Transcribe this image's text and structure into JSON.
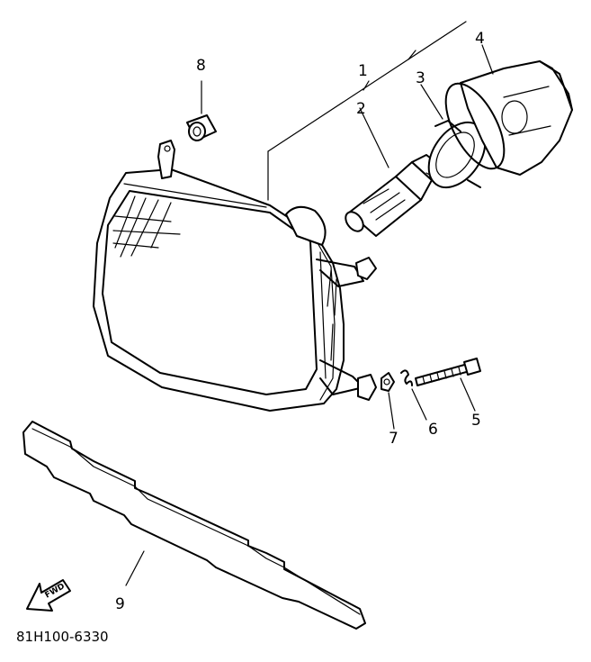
{
  "callouts": {
    "c1": "1",
    "c2": "2",
    "c3": "3",
    "c4": "4",
    "c5": "5",
    "c6": "6",
    "c7": "7",
    "c8": "8",
    "c9": "9"
  },
  "direction_arrow": {
    "label": "FWD"
  },
  "diagram_code": "81H100-6330"
}
